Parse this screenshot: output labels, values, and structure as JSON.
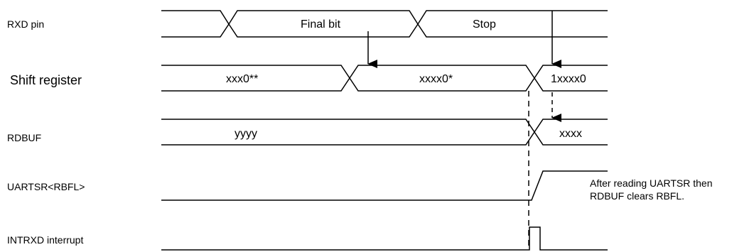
{
  "signals": {
    "rxd": "RXD pin",
    "shift": "Shift register",
    "rdbuf": "RDBUF",
    "rbfl": "UARTSR<RBFL>",
    "intrxd": "INTRXD interrupt"
  },
  "rxd_values": {
    "final_bit": "Final bit",
    "stop": "Stop"
  },
  "shift_values": {
    "v1": "xxx0**",
    "v2": "xxxx0*",
    "v3": "1xxxx0"
  },
  "rdbuf_values": {
    "old": "yyyy",
    "new": "xxxx"
  },
  "note": {
    "line1": "After reading UARTSR then",
    "line2": "RDBUF clears RBFL."
  }
}
